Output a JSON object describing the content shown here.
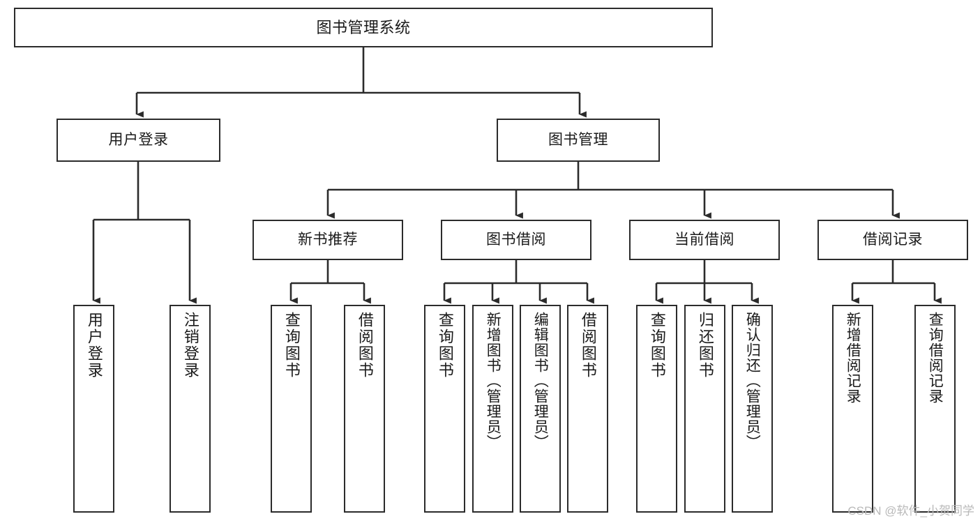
{
  "diagram": {
    "title": "图书管理系统",
    "watermark": "CSDN @软件_小贺同学",
    "type": "tree-hierarchy-diagram",
    "colors": {
      "box_border": "#2b2b2b",
      "box_fill": "#ffffff",
      "edge": "#2b2b2b",
      "text": "#1a1a1a",
      "watermark": "#b9b9b9",
      "background": "#ffffff"
    },
    "root": {
      "id": "root",
      "label": "图书管理系统"
    },
    "level2": [
      {
        "id": "user-login",
        "label": "用户登录"
      },
      {
        "id": "book-manage",
        "label": "图书管理"
      }
    ],
    "level3": [
      {
        "id": "new-book-rec",
        "label": "新书推荐",
        "parent": "book-manage"
      },
      {
        "id": "book-borrow",
        "label": "图书借阅",
        "parent": "book-manage"
      },
      {
        "id": "current-borrow",
        "label": "当前借阅",
        "parent": "book-manage"
      },
      {
        "id": "borrow-record",
        "label": "借阅记录",
        "parent": "book-manage"
      }
    ],
    "leaves": [
      {
        "id": "leaf-user-login",
        "label": "用户登录",
        "parent": "user-login"
      },
      {
        "id": "leaf-user-logout",
        "label": "注销登录",
        "parent": "user-login"
      },
      {
        "id": "leaf-query-book-1",
        "label": "查询图书",
        "parent": "new-book-rec"
      },
      {
        "id": "leaf-borrow-book-1",
        "label": "借阅图书",
        "parent": "new-book-rec"
      },
      {
        "id": "leaf-query-book-2",
        "label": "查询图书",
        "parent": "book-borrow"
      },
      {
        "id": "leaf-add-book",
        "label": "新增图书（管理员）",
        "parent": "book-borrow"
      },
      {
        "id": "leaf-edit-book",
        "label": "编辑图书（管理员）",
        "parent": "book-borrow"
      },
      {
        "id": "leaf-borrow-book-2",
        "label": "借阅图书",
        "parent": "book-borrow"
      },
      {
        "id": "leaf-query-book-3",
        "label": "查询图书",
        "parent": "current-borrow"
      },
      {
        "id": "leaf-return-book",
        "label": "归还图书",
        "parent": "current-borrow"
      },
      {
        "id": "leaf-confirm-return",
        "label": "确认归还（管理员）",
        "parent": "current-borrow"
      },
      {
        "id": "leaf-add-record",
        "label": "新增借阅记录",
        "parent": "borrow-record"
      },
      {
        "id": "leaf-query-record",
        "label": "查询借阅记录",
        "parent": "borrow-record"
      }
    ]
  }
}
